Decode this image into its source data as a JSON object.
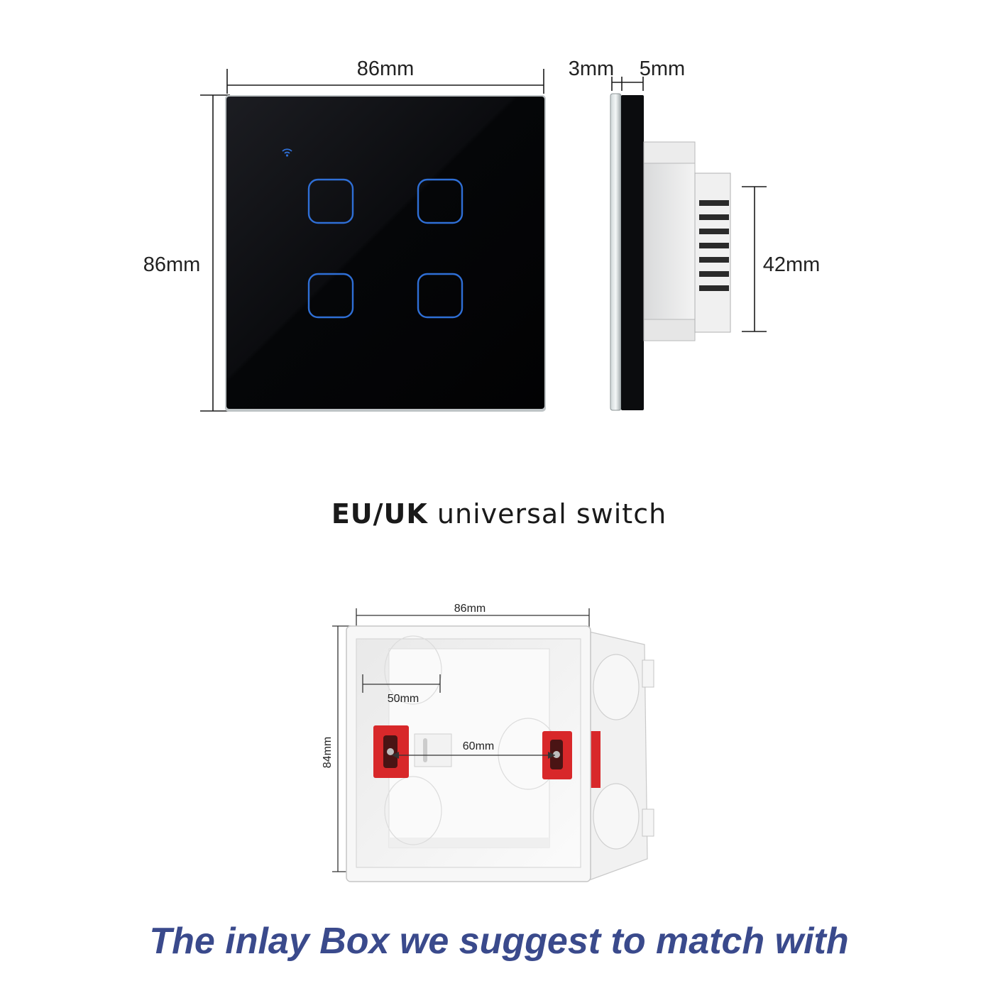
{
  "colors": {
    "panel_glass": "#050608",
    "touch_key_outline": "#2f6fd6",
    "caption": "#3a4a8c",
    "box_plastic": "#f4f4f4",
    "terminal_red": "#d8282a"
  },
  "switch": {
    "width_label": "86mm",
    "height_label": "86mm",
    "glass_thickness_label": "3mm",
    "frame_thickness_label": "5mm",
    "depth_label": "42mm",
    "touch_keys": 4,
    "status_icon": "wifi-icon"
  },
  "headline": {
    "bold": "EU/UK",
    "regular": "universal switch"
  },
  "inlay_box": {
    "width_label": "86mm",
    "height_label": "84mm",
    "knockout_label": "50mm",
    "screw_spacing_label": "60mm"
  },
  "caption": "The  inlay Box we suggest to match with"
}
